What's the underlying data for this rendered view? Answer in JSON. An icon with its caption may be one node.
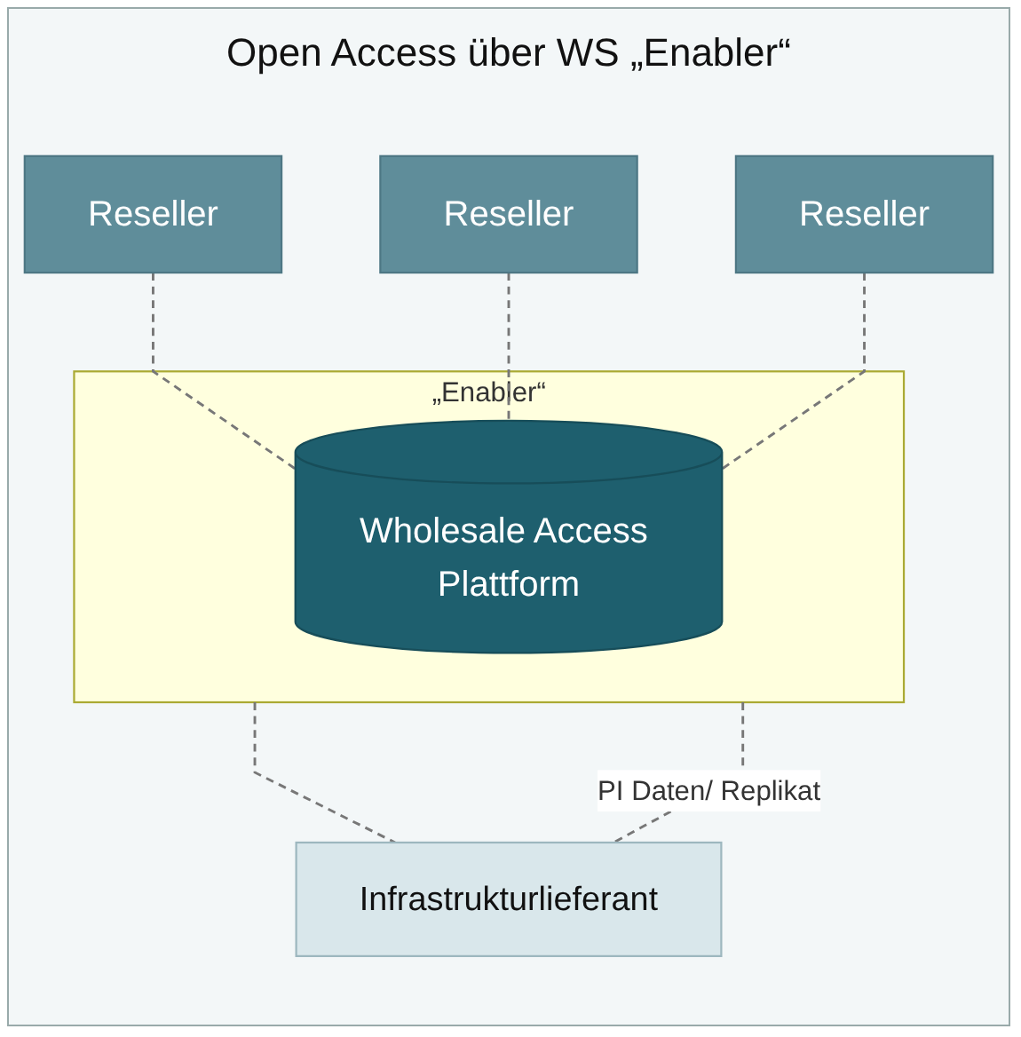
{
  "diagram": {
    "title": "Open Access über WS „Enabler“",
    "nodes": [
      {
        "text": [
          "Reseller"
        ]
      },
      {
        "text": [
          "Reseller"
        ]
      },
      {
        "text": [
          "Reseller"
        ]
      },
      {
        "text": [
          "„Enabler“"
        ]
      },
      {
        "text": [
          "Wholesale Access Plattform"
        ],
        "in": 3
      },
      {
        "text": [
          "Infrastrukturlieferant"
        ]
      }
    ],
    "edges": [
      {
        "from": 0,
        "to": 4,
        "arrow": "none",
        "style": "dashed"
      },
      {
        "from": 1,
        "to": 4,
        "arrow": "none",
        "style": "dashed"
      },
      {
        "from": 2,
        "to": 4,
        "arrow": "none",
        "style": "dashed"
      },
      {
        "from": 3,
        "to": 5,
        "arrow": "none",
        "style": "dashed"
      },
      {
        "from": 3,
        "to": 5,
        "arrow": "none",
        "style": "dashed",
        "label": "PI Daten/ Replikat"
      }
    ]
  }
}
